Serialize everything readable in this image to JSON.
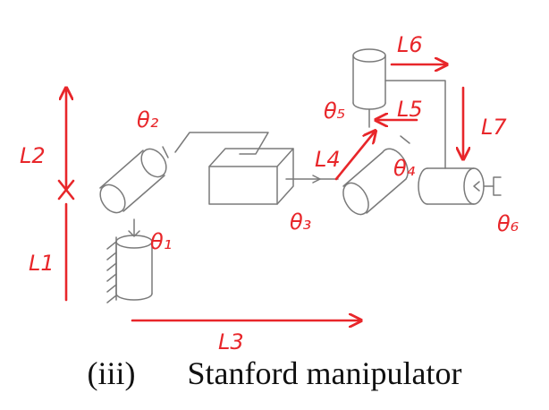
{
  "caption": {
    "tag": "(iii)",
    "title": "Stanford manipulator"
  },
  "annotations": {
    "theta1": "θ₁",
    "theta2": "θ₂",
    "theta3": "θ₃",
    "theta4": "θ₄",
    "theta5": "θ₅",
    "theta6": "θ₆",
    "l1": "L1",
    "l2": "L2",
    "l3": "L3",
    "l4": "L4",
    "l5": "L5",
    "l6": "L6",
    "l7": "L7"
  },
  "colors": {
    "ink": "#7a7a7a",
    "annotation": "#e8262a",
    "text": "#111111"
  }
}
